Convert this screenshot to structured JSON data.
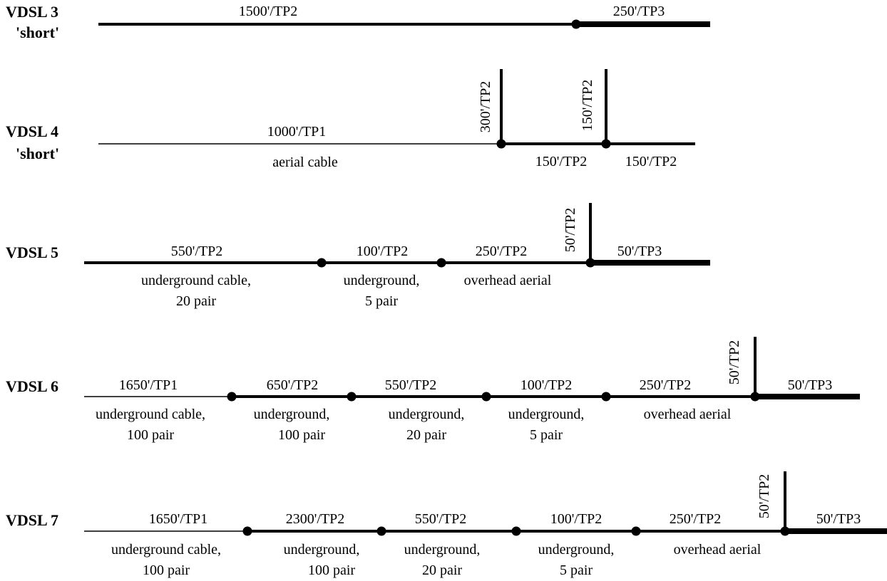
{
  "loops": [
    {
      "title": [
        "VDSL 3",
        "'short'"
      ],
      "segments": [
        "1500'/TP2",
        "250'/TP3"
      ],
      "descriptions": []
    },
    {
      "title": [
        "VDSL 4",
        "'short'"
      ],
      "segments": [
        "1000'/TP1",
        "150'/TP2",
        "150'/TP2"
      ],
      "taps": [
        "300'/TP2",
        "150'/TP2"
      ],
      "descriptions": [
        [
          "aerial cable"
        ]
      ]
    },
    {
      "title": [
        "VDSL 5"
      ],
      "segments": [
        "550'/TP2",
        "100'/TP2",
        "250'/TP2",
        "50'/TP3"
      ],
      "taps": [
        "50'/TP2"
      ],
      "descriptions": [
        [
          "underground cable,",
          "20 pair"
        ],
        [
          "underground,",
          "5 pair"
        ],
        [
          "overhead aerial"
        ]
      ]
    },
    {
      "title": [
        "VDSL 6"
      ],
      "segments": [
        "1650'/TP1",
        "650'/TP2",
        "550'/TP2",
        "100'/TP2",
        "250'/TP2",
        "50'/TP3"
      ],
      "taps": [
        "50'/TP2"
      ],
      "descriptions": [
        [
          "underground cable,",
          "100 pair"
        ],
        [
          "underground,",
          "100 pair"
        ],
        [
          "underground,",
          "20 pair"
        ],
        [
          "underground,",
          "5 pair"
        ],
        [
          "overhead aerial"
        ]
      ]
    },
    {
      "title": [
        "VDSL 7"
      ],
      "segments": [
        "1650'/TP1",
        "2300'/TP2",
        "550'/TP2",
        "100'/TP2",
        "250'/TP2",
        "50'/TP3"
      ],
      "taps": [
        "50'/TP2"
      ],
      "descriptions": [
        [
          "underground cable,",
          "100 pair"
        ],
        [
          "underground,",
          "100 pair"
        ],
        [
          "underground,",
          "20 pair"
        ],
        [
          "underground,",
          "5 pair"
        ],
        [
          "overhead aerial"
        ]
      ]
    }
  ]
}
